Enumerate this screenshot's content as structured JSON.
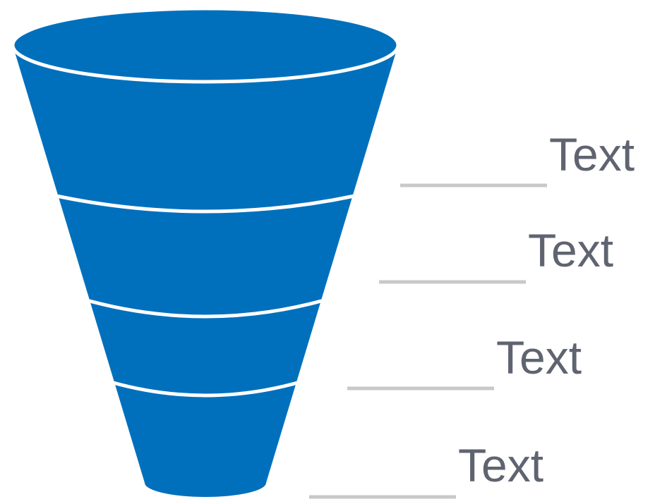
{
  "colors": {
    "funnel_fill": "#0070bd",
    "band_separator": "#ffffff",
    "leader_line": "#c8c8c8",
    "label_text": "#5f6470"
  },
  "funnel": {
    "layers": [
      {
        "label": "Text"
      },
      {
        "label": "Text"
      },
      {
        "label": "Text"
      },
      {
        "label": "Text"
      }
    ]
  }
}
